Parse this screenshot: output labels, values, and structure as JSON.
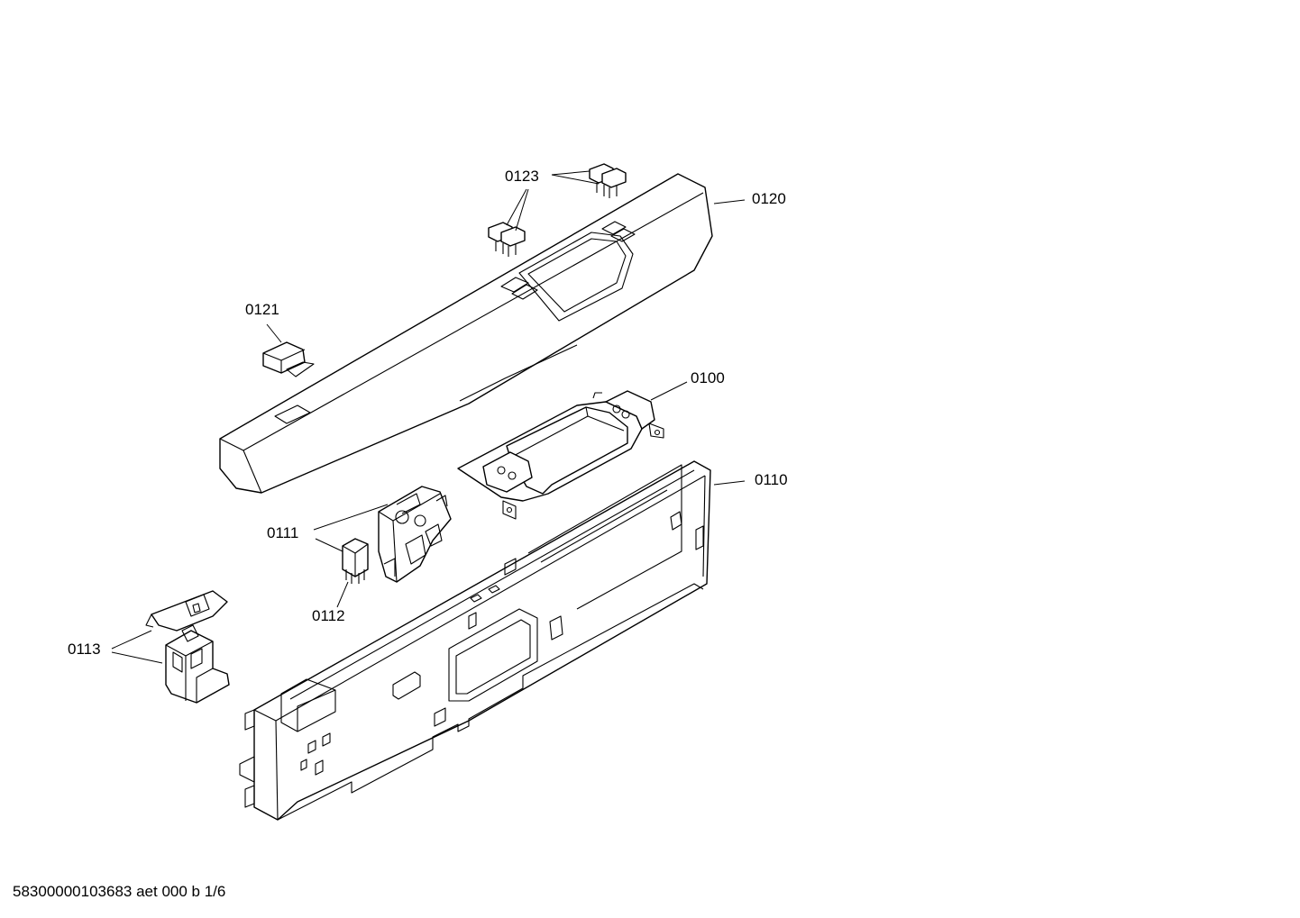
{
  "callouts": {
    "c0123": "0123",
    "c0120": "0120",
    "c0121": "0121",
    "c0100": "0100",
    "c0110": "0110",
    "c0111": "0111",
    "c0112": "0112",
    "c0113": "0113"
  },
  "footer": {
    "text": "58300000103683 aet 000 b 1/6"
  }
}
